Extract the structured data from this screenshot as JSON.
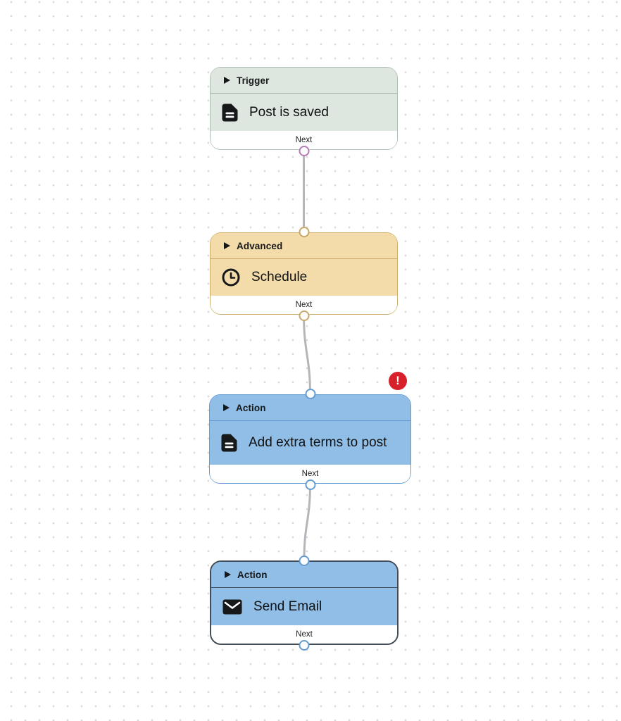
{
  "canvas": {
    "background_color": "#ffffff",
    "dot_color": "#dbdbdb",
    "connector_color": "#b6b6ba"
  },
  "error_badge": {
    "symbol": "!",
    "color": "#d6202a",
    "attached_to": "Add extra terms to post"
  },
  "nodes": [
    {
      "category": "Trigger",
      "title": "Post is saved",
      "icon": "document-icon",
      "footer_label": "Next",
      "selected": false,
      "has_error": false,
      "colors": {
        "fill": "#dde6df",
        "border": "#aebdb2",
        "divider": "#aab9ae",
        "port": "#b57ab5"
      }
    },
    {
      "category": "Advanced",
      "title": "Schedule",
      "icon": "clock-icon",
      "footer_label": "Next",
      "selected": false,
      "has_error": false,
      "colors": {
        "fill": "#f3dcaa",
        "border": "#cdaf6d",
        "divider": "#c8a96b",
        "port": "#c9a869"
      }
    },
    {
      "category": "Action",
      "title": "Add extra terms to post",
      "icon": "document-icon",
      "footer_label": "Next",
      "selected": false,
      "has_error": true,
      "colors": {
        "fill": "#90bee6",
        "border": "#649bd3",
        "divider": "#5d98cf",
        "port": "#649bd3"
      }
    },
    {
      "category": "Action",
      "title": "Send Email",
      "icon": "envelope-icon",
      "footer_label": "Next",
      "selected": true,
      "has_error": false,
      "colors": {
        "fill": "#90bee6",
        "border": "#414c56",
        "divider": "#414c56",
        "port": "#649bd3"
      }
    }
  ]
}
